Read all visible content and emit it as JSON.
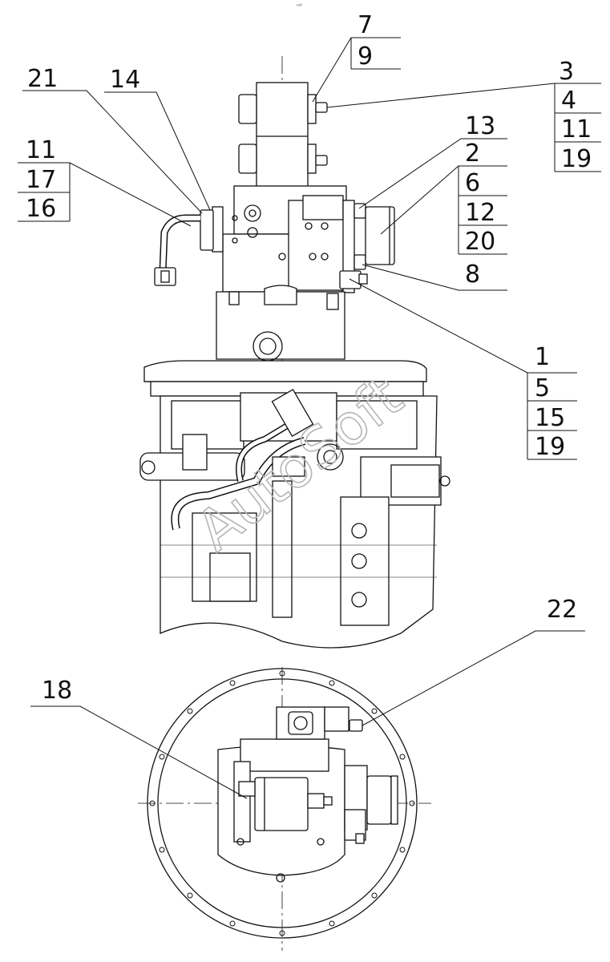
{
  "header_note": "ref",
  "watermark": "AutoSoft",
  "callouts": {
    "n1": "1",
    "n2": "2",
    "n3": "3",
    "n4": "4",
    "n5": "5",
    "n6": "6",
    "n7": "7",
    "n8": "8",
    "n9": "9",
    "n11a": "11",
    "n11b": "11",
    "n12": "12",
    "n13": "13",
    "n14": "14",
    "n15": "15",
    "n16": "16",
    "n17": "17",
    "n18": "18",
    "n19a": "19",
    "n19b": "19",
    "n20": "20",
    "n21": "21",
    "n22": "22"
  }
}
